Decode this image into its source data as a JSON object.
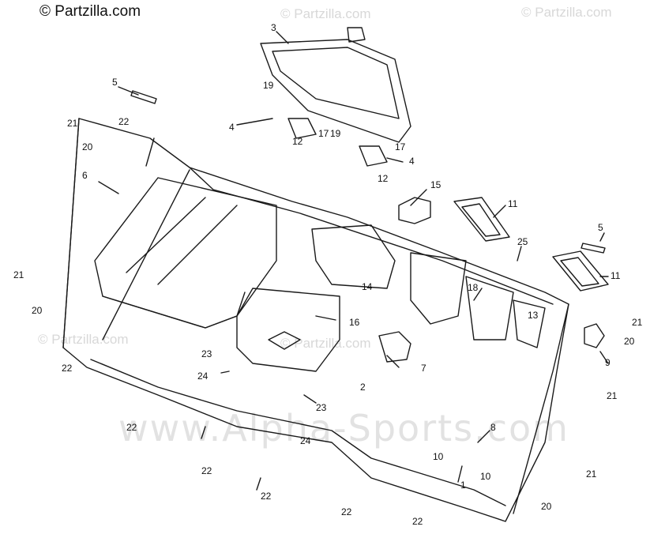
{
  "copyright": "© Partzilla.com",
  "watermarks": [
    "© Partzilla.com",
    "© Partzilla.com",
    "© Partzilla.com",
    "© Partzilla.com"
  ],
  "big_watermark": "www.Alpha-Sports.com",
  "callouts": [
    "1",
    "2",
    "3",
    "4",
    "5",
    "6",
    "7",
    "8",
    "9",
    "10",
    "11",
    "12",
    "13",
    "14",
    "15",
    "16",
    "17",
    "18",
    "19",
    "20",
    "21",
    "22",
    "23",
    "24",
    "25"
  ],
  "colors": {
    "line": "#1a1a1a",
    "paper": "#ffffff",
    "watermark": "#d8d8d8"
  }
}
